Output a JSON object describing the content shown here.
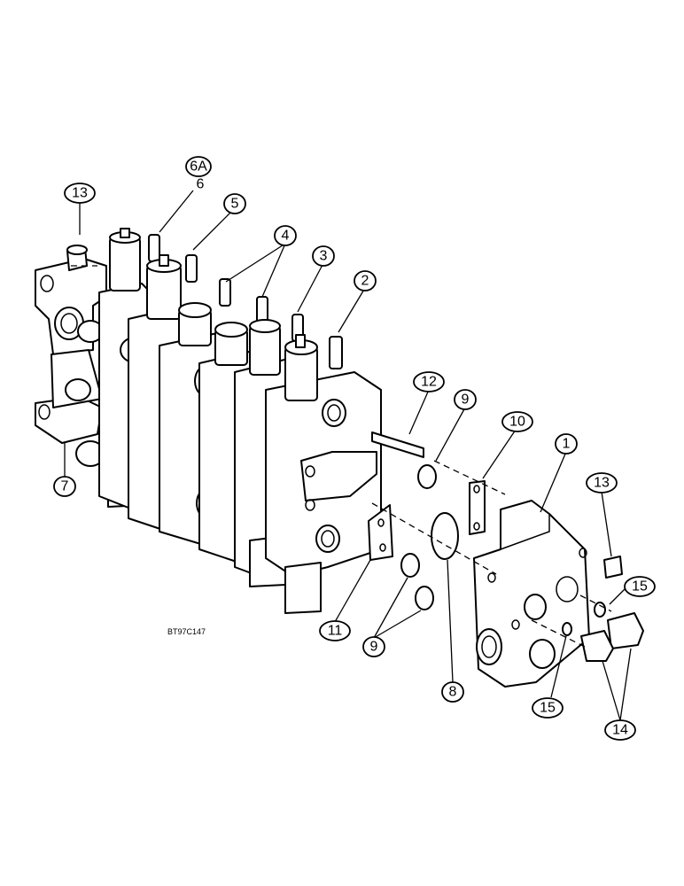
{
  "figure_code": "BT97C147",
  "callouts": [
    {
      "id": "c-6a",
      "label": "6A"
    },
    {
      "id": "c-6",
      "label": "6"
    },
    {
      "id": "c-13-top",
      "label": "13"
    },
    {
      "id": "c-5",
      "label": "5"
    },
    {
      "id": "c-4",
      "label": "4"
    },
    {
      "id": "c-3",
      "label": "3"
    },
    {
      "id": "c-2",
      "label": "2"
    },
    {
      "id": "c-12",
      "label": "12"
    },
    {
      "id": "c-9-top",
      "label": "9"
    },
    {
      "id": "c-10",
      "label": "10"
    },
    {
      "id": "c-1",
      "label": "1"
    },
    {
      "id": "c-13-right",
      "label": "13"
    },
    {
      "id": "c-15-top",
      "label": "15"
    },
    {
      "id": "c-7",
      "label": "7"
    },
    {
      "id": "c-11",
      "label": "11"
    },
    {
      "id": "c-9-bottom",
      "label": "9"
    },
    {
      "id": "c-8",
      "label": "8"
    },
    {
      "id": "c-15-bottom",
      "label": "15"
    },
    {
      "id": "c-14",
      "label": "14"
    }
  ]
}
